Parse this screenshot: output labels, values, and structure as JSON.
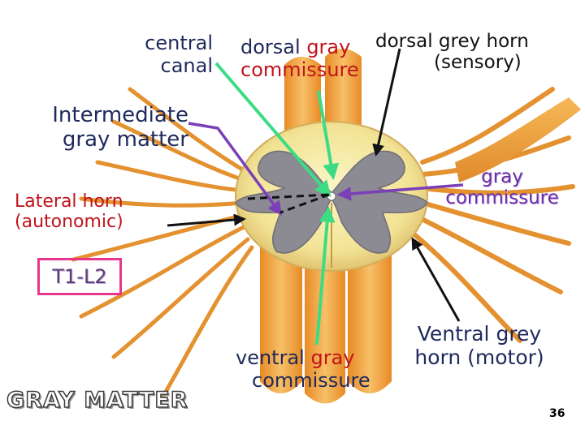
{
  "labels": {
    "central_canal_1": "central",
    "central_canal_2": "canal",
    "dorsal_gray_1": "dorsal",
    "dorsal_gray_2": "gray",
    "dorsal_gray_3": "commissure",
    "dorsal_horn_1": "dorsal grey horn",
    "dorsal_horn_2": "(sensory)",
    "intermediate_1": "Intermediate",
    "intermediate_2": "gray matter",
    "lateral_horn_1": "Lateral horn",
    "lateral_horn_2": "(autonomic)",
    "t1_l2": "T1-L2",
    "gray_commissure_1": "gray",
    "gray_commissure_2": "commissure",
    "ventral_horn_1": "Ventral grey",
    "ventral_horn_2": "horn (motor)",
    "ventral_gray_1a": "ventral",
    "ventral_gray_1b": "gray",
    "ventral_gray_2": "commissure",
    "gray_matter_title": "GRAY MATTER",
    "slide_number": "36"
  },
  "colors": {
    "navy_text": "#1f2a5c",
    "purple_text": "#6a2fa6",
    "red_text": "#c0141c",
    "arrow_green": "#3ddc84",
    "arrow_purple": "#7b3fb8",
    "arrow_black": "#111111",
    "white_matter": "#f5e9a0",
    "gray_matter": "#8c8a92",
    "nerve_orange": "#f0a53c",
    "box_pink": "#e8368f"
  }
}
